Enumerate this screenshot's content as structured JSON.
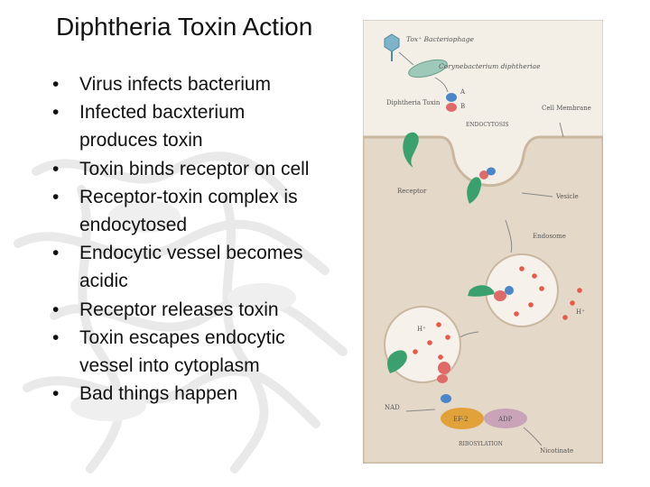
{
  "slide": {
    "title": "Diphtheria Toxin Action",
    "bullet_glyph": "•",
    "bullets": [
      "Virus infects bacterium",
      "Infected bacxterium produces toxin",
      "Toxin binds receptor on cell",
      "Receptor-toxin complex is endocytosed",
      "Endocytic vessel becomes acidic",
      "Receptor releases toxin",
      "Toxin escapes endocytic vessel into cytoplasm",
      "Bad things happen"
    ]
  },
  "figure": {
    "labels": {
      "phage": "Tox⁺ Bacteriophage",
      "bacterium": "Corynebacterium diphtheriae",
      "toxin": "Diphtheria Toxin",
      "a": "A",
      "b": "B",
      "endocytosis": "ENDOCYTOSIS",
      "membrane": "Cell Membrane",
      "receptor": "Receptor",
      "vesicle": "Vesicle",
      "endosome": "Endosome",
      "h_right": "H⁺",
      "h_left": "H⁺",
      "nad": "NAD",
      "ef2": "EF-2",
      "adp": "ADP",
      "ribosylation": "RIBOSYLATION",
      "nicotinate": "Nicotinate"
    },
    "colors": {
      "panel": "#f3eee6",
      "cytoplasm": "#e4d8c8",
      "receptor": "#3aa06e",
      "toxin_a": "#e06a6a",
      "toxin_b": "#4a86c8",
      "proton": "#e8594a",
      "ef2": "#e2a23a",
      "adp": "#c9a4b8"
    }
  }
}
